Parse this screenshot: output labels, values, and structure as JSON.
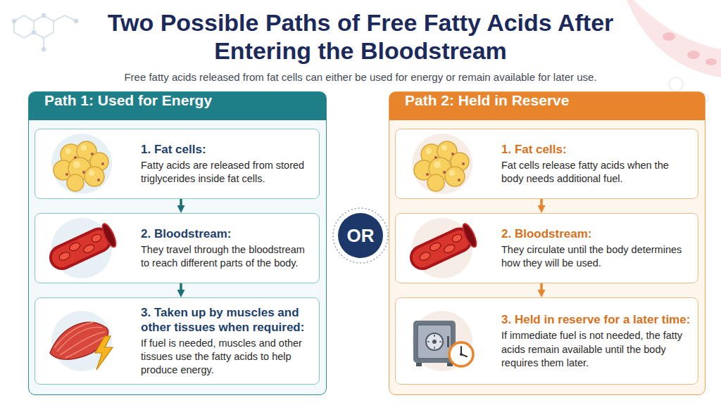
{
  "diagram": {
    "title": "Two Possible Paths of Free Fatty Acids After Entering the Bloodstream",
    "caption": "Free fatty acids released from fat cells can either be used for energy or remain available for later use.",
    "nodes": [
      {
        "text": [
          "Path 1: Used for Energy"
        ]
      },
      {
        "text": [
          "1. Fat cells:",
          "Fatty acids are released from stored triglycerides inside fat cells."
        ],
        "in": 0
      },
      {
        "text": [
          "2. Bloodstream:",
          "They travel through the bloodstream to reach different parts of the body."
        ],
        "in": 0
      },
      {
        "text": [
          "3. Taken up by muscles and other tissues when required:",
          "If fuel is needed, muscles and other tissues use the fatty acids to help produce energy."
        ],
        "in": 0
      },
      {
        "text": [
          "OR"
        ]
      },
      {
        "text": [
          "Path 2: Held in Reserve"
        ]
      },
      {
        "text": [
          "1. Fat cells:",
          "Fat cells release fatty acids when the body needs additional fuel."
        ],
        "in": 5
      },
      {
        "text": [
          "2. Bloodstream:",
          "They circulate until the body determines how they will be used."
        ],
        "in": 5
      },
      {
        "text": [
          "3. Held in reserve for a later time:",
          "If immediate fuel is not needed, the fatty acids remain available until the body requires them later."
        ],
        "in": 5
      }
    ],
    "edges": [
      {
        "from": 1,
        "to": 2,
        "arrow": "to"
      },
      {
        "from": 2,
        "to": 3,
        "arrow": "to"
      },
      {
        "from": 6,
        "to": 7,
        "arrow": "to"
      },
      {
        "from": 7,
        "to": 8,
        "arrow": "to"
      }
    ]
  }
}
